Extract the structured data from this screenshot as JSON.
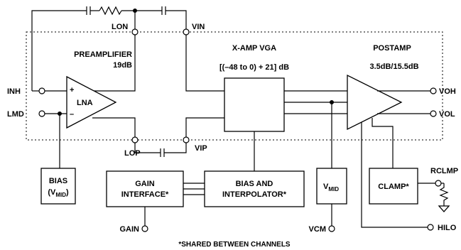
{
  "labels": {
    "lon": "LON",
    "vin": "VIN",
    "lop": "LOP",
    "vip": "VIP",
    "inh": "INH",
    "lmd": "LMD",
    "preamp_title": "PREAMPLIFIER",
    "preamp_gain": "19dB",
    "lna": "LNA",
    "lna_plus": "+",
    "lna_minus": "–",
    "vga_title": "X-AMP VGA",
    "vga_gain": "[(–48 to 0) + 21] dB",
    "postamp_title": "POSTAMP",
    "postamp_gain": "3.5dB/15.5dB",
    "voh": "VOH",
    "vol": "VOL",
    "rclmp": "RCLMP",
    "hilo": "HILO",
    "gain": "GAIN",
    "vcm": "VCM",
    "footnote": "*SHARED BETWEEN CHANNELS"
  },
  "blocks": {
    "bias_vmid_line1": "BIAS",
    "bias_vmid_line2_main": "(V",
    "bias_vmid_line2_sub": "MID",
    "bias_vmid_line2_end": ")",
    "gain_interface_line1": "GAIN",
    "gain_interface_line2": "INTERFACE*",
    "bias_interp_line1": "BIAS AND",
    "bias_interp_line2": "INTERPOLATOR*",
    "vmid_main": "V",
    "vmid_sub": "MID",
    "clamp": "CLAMP*"
  }
}
